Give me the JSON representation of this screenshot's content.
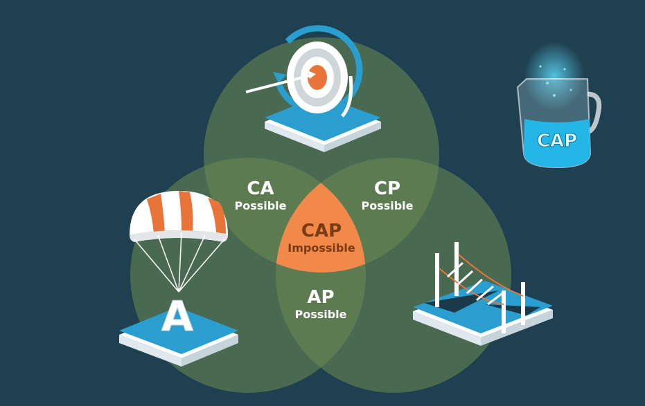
{
  "colors": {
    "background": "#1f4050",
    "circle_fill": "#6b8a50",
    "center_fill": "#f0894a",
    "center_text": "#7a3a12",
    "label_text": "#ffffff",
    "platform_top": "#2a9ecf",
    "platform_side": "#ffffff",
    "parachute_orange": "#e8743a",
    "jar_liquid": "#25b6e8"
  },
  "regions": {
    "ca": {
      "title": "CA",
      "subtitle": "Possible"
    },
    "cp": {
      "title": "CP",
      "subtitle": "Possible"
    },
    "ap": {
      "title": "AP",
      "subtitle": "Possible"
    },
    "cap": {
      "title": "CAP",
      "subtitle": "Impossible"
    }
  },
  "icons": {
    "consistency": "target-arrow-icon",
    "availability": "parachute-icon",
    "partition": "rope-bridge-icon",
    "summary": "measuring-jug-icon"
  },
  "parachute_letter": "A",
  "jar_label": "CAP"
}
